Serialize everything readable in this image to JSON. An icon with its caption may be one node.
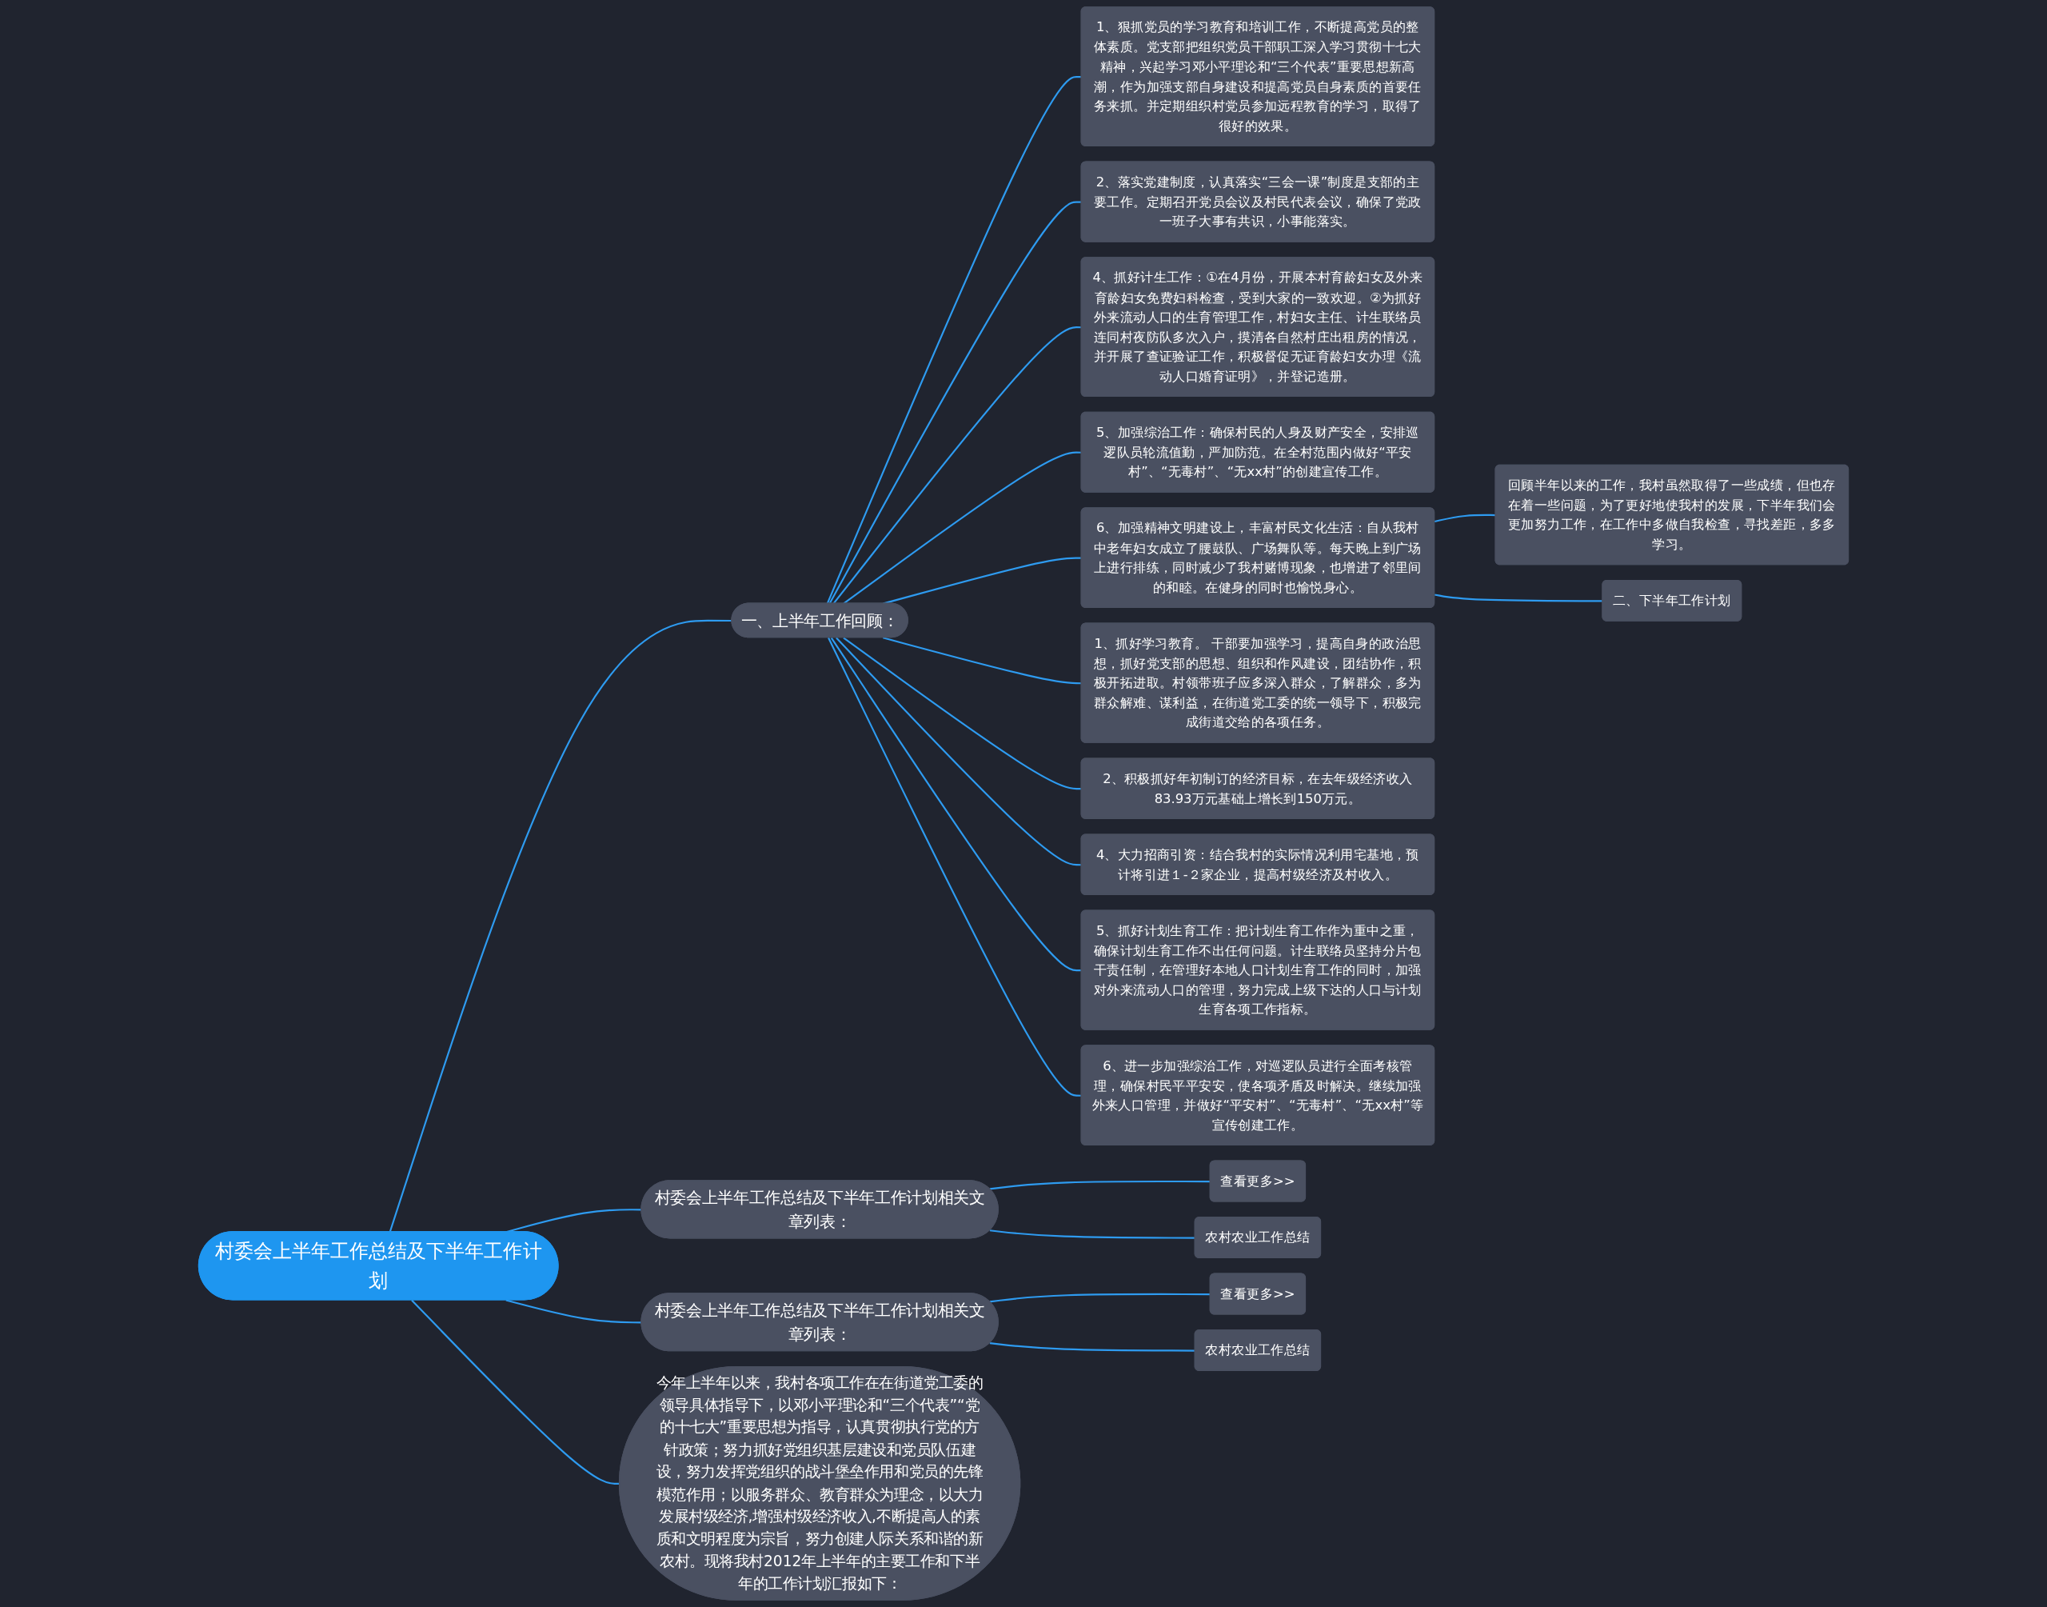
{
  "diagram": {
    "nodes": [
      {
        "text": [
          "村委会上半年工作总结及下半年工作计划"
        ]
      },
      {
        "text": [
          "一、上半年工作回顾："
        ]
      },
      {
        "text": [
          "1、狠抓党员的学习教育和培训工作，不断提高党员的整体素质。党支部把组织党员干部职工深入学习贯彻十七大精神，兴起学习邓小平理论和“三个代表”重要思想新高潮，作为加强支部自身建设和提高党员自身素质的首要任务来抓。并定期组织村党员参加远程教育的学习，取得了很好的效果。"
        ]
      },
      {
        "text": [
          "2、落实党建制度，认真落实“三会一课”制度是支部的主要工作。定期召开党员会议及村民代表会议，确保了党政一班子大事有共识，小事能落实。"
        ]
      },
      {
        "text": [
          "4、抓好计生工作：①在4月份，开展本村育龄妇女及外来育龄妇女免费妇科检查，受到大家的一致欢迎。②为抓好外来流动人口的生育管理工作，村妇女主任、计生联络员连同村夜防队多次入户，摸清各自然村庄出租房的情况，并开展了查证验证工作，积极督促无证育龄妇女办理《流动人口婚育证明》，并登记造册。"
        ]
      },
      {
        "text": [
          "5、加强综治工作：确保村民的人身及财产安全，安排巡逻队员轮流值勤，严加防范。在全村范围内做好“平安村”、“无毒村”、“无xx村”的创建宣传工作。"
        ]
      },
      {
        "text": [
          "6、加强精神文明建设上，丰富村民文化生活：自从我村中老年妇女成立了腰鼓队、广场舞队等。每天晚上到广场上进行排练，同时减少了我村赌博现象，也增进了邻里间的和睦。在健身的同时也愉悦身心。"
        ]
      },
      {
        "text": [
          "回顾半年以来的工作，我村虽然取得了一些成绩，但也存在着一些问题，为了更好地使我村的发展，下半年我们会更加努力工作，在工作中多做自我检查，寻找差距，多多学习。"
        ]
      },
      {
        "text": [
          "二、下半年工作计划"
        ]
      },
      {
        "text": [
          "1、抓好学习教育。 干部要加强学习，提高自身的政治思想，抓好党支部的思想、组织和作风建设，团结协作，积极开拓进取。村领带班子应多深入群众，了解群众，多为群众解难、谋利益，在街道党工委的统一领导下，积极完成街道交给的各项任务。"
        ]
      },
      {
        "text": [
          "2、积极抓好年初制订的经济目标，在去年级经济收入83.93万元基础上增长到150万元。"
        ]
      },
      {
        "text": [
          "4、大力招商引资：结合我村的实际情况利用宅基地，预计将引进１-２家企业，提高村级经济及村收入。"
        ]
      },
      {
        "text": [
          "5、抓好计划生育工作：把计划生育工作作为重中之重，确保计划生育工作不出任何问题。计生联络员坚持分片包干责任制，在管理好本地人口计划生育工作的同时，加强对外来流动人口的管理，努力完成上级下达的人口与计划生育各项工作指标。"
        ]
      },
      {
        "text": [
          "6、进一步加强综治工作，对巡逻队员进行全面考核管理，确保村民平平安安，使各项矛盾及时解决。继续加强外来人口管理，并做好“平安村”、“无毒村”、“无xx村”等宣传创建工作。"
        ]
      },
      {
        "text": [
          "今年上半年以来，我村各项工作在在街道党工委的领导具体指导下，以邓小平理论和“三个代表”“党的十七大”重要思想为指导，认真贯彻执行党的方针政策；努力抓好党组织基层建设和党员队伍建设，努力发挥党组织的战斗堡垒作用和党员的先锋模范作用；以服务群众、教育群众为理念，以大力发展村级经济,增强村级经济收入,不断提高人的素质和文明程度为宗旨，努力创建人际关系和谐的新农村。现将我村2012年上半年的主要工作和下半年的工作计划汇报如下："
        ]
      },
      {
        "text": [
          "村委会上半年工作总结及下半年工作计划相关文章列表："
        ]
      },
      {
        "text": [
          "查看更多>>"
        ]
      },
      {
        "text": [
          "农村农业工作总结"
        ]
      },
      {
        "text": [
          "村委会上半年工作总结及下半年工作计划相关文章列表："
        ]
      },
      {
        "text": [
          "查看更多>>"
        ]
      },
      {
        "text": [
          "农村农业工作总结"
        ]
      }
    ],
    "edges": [
      {
        "from": 0,
        "to": 1,
        "arrow": "none"
      },
      {
        "from": 1,
        "to": 2,
        "arrow": "none"
      },
      {
        "from": 1,
        "to": 3,
        "arrow": "none"
      },
      {
        "from": 1,
        "to": 4,
        "arrow": "none"
      },
      {
        "from": 1,
        "to": 5,
        "arrow": "none"
      },
      {
        "from": 1,
        "to": 6,
        "arrow": "none"
      },
      {
        "from": 6,
        "to": 7,
        "arrow": "none"
      },
      {
        "from": 6,
        "to": 8,
        "arrow": "none"
      },
      {
        "from": 1,
        "to": 9,
        "arrow": "none"
      },
      {
        "from": 1,
        "to": 10,
        "arrow": "none"
      },
      {
        "from": 1,
        "to": 11,
        "arrow": "none"
      },
      {
        "from": 1,
        "to": 12,
        "arrow": "none"
      },
      {
        "from": 1,
        "to": 13,
        "arrow": "none"
      },
      {
        "from": 0,
        "to": 14,
        "arrow": "none"
      },
      {
        "from": 0,
        "to": 15,
        "arrow": "none"
      },
      {
        "from": 15,
        "to": 16,
        "arrow": "none"
      },
      {
        "from": 15,
        "to": 17,
        "arrow": "none"
      },
      {
        "from": 0,
        "to": 18,
        "arrow": "none"
      },
      {
        "from": 18,
        "to": 19,
        "arrow": "none"
      },
      {
        "from": 18,
        "to": 20,
        "arrow": "none"
      }
    ]
  }
}
